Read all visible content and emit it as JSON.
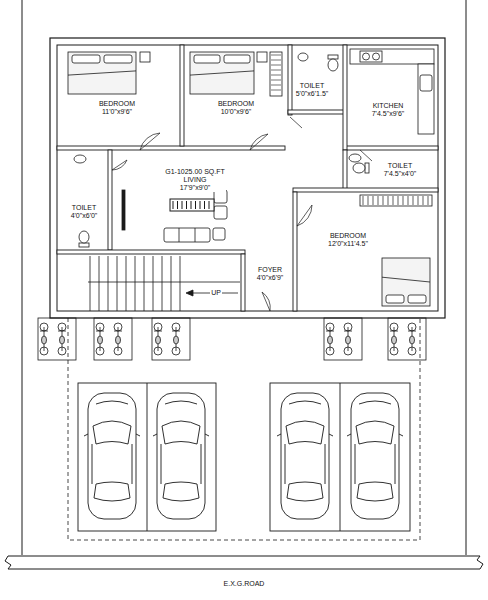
{
  "diagram": {
    "nodes": [
      {
        "text": [
          "BEDROOM",
          "11'0\"x9'6\""
        ]
      },
      {
        "text": [
          "BEDROOM",
          "10'0\"x9'6\""
        ]
      },
      {
        "text": [
          "TOILET",
          "5'0\"x6'1.5\""
        ]
      },
      {
        "text": [
          "KITCHEN",
          "7'4.5\"x9'6\""
        ]
      },
      {
        "text": [
          "G1-1025.00 SQ.FT",
          "LIVING",
          "17'9\"x9'0\""
        ]
      },
      {
        "text": [
          "TOILET",
          "4'0\"x6'0\""
        ]
      },
      {
        "text": [
          "TOILET",
          "7'4.5\"x4'0\""
        ]
      },
      {
        "text": [
          "BEDROOM",
          "12'0\"x11'4.5\""
        ]
      },
      {
        "text": [
          "FOYER",
          "4'0\"x6'9\""
        ]
      }
    ],
    "labels": [
      "UP",
      "E.X.G.ROAD"
    ]
  }
}
